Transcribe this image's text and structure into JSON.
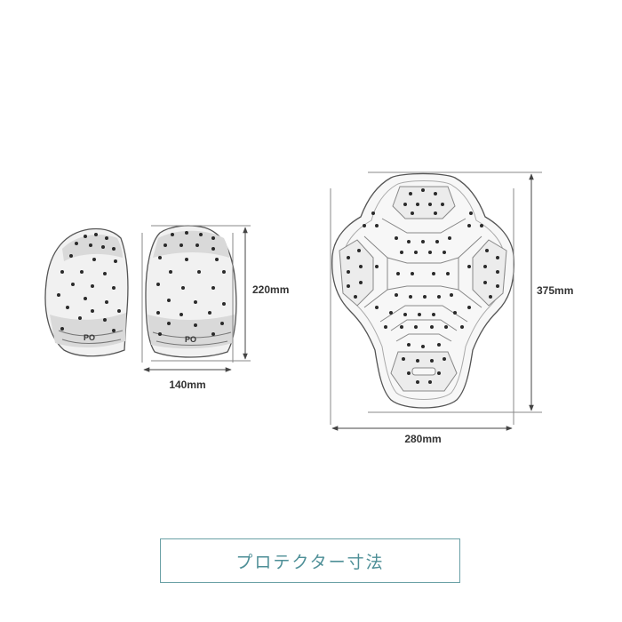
{
  "dimensions": {
    "shoulder_height": "220mm",
    "shoulder_width": "140mm",
    "back_height": "375mm",
    "back_width": "280mm"
  },
  "pad_marking": "PO",
  "caption": "プロテクター寸法",
  "colors": {
    "outline": "#555555",
    "fill": "#f1f1f1",
    "band": "#d9d9d9",
    "dots": "#2a2a2a",
    "caption_border": "#6aa0a6",
    "caption_text": "#4e8f97"
  }
}
